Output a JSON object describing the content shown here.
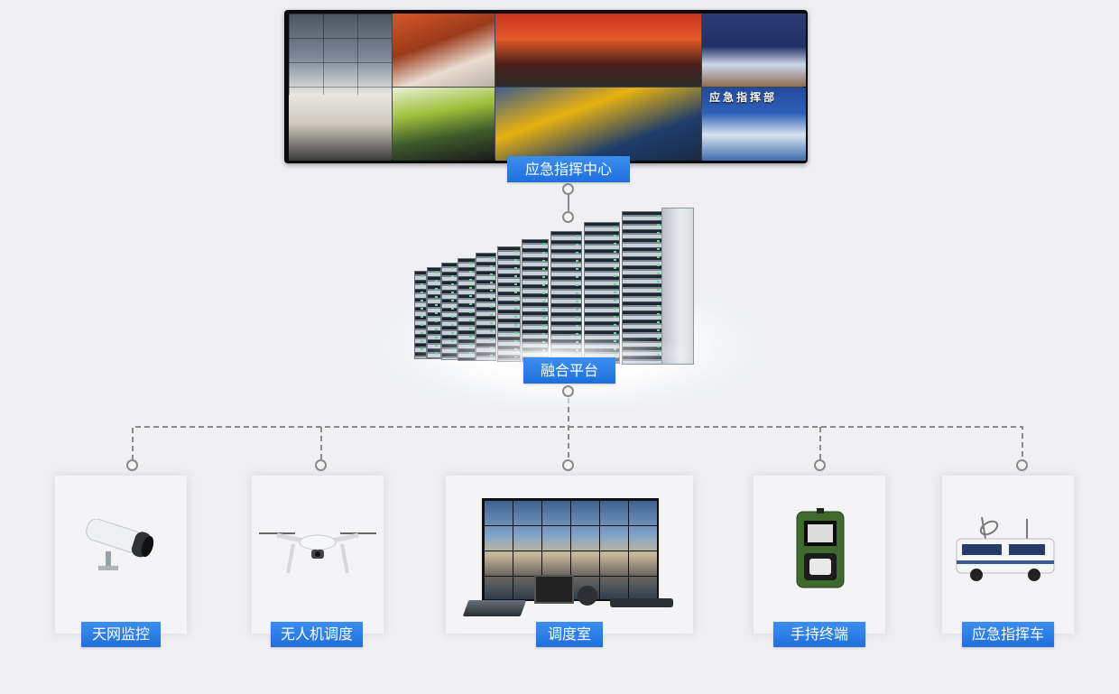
{
  "top": {
    "label": "应急指挥中心",
    "wall_sign": "应急指挥部"
  },
  "platform": {
    "label": "融合平台"
  },
  "devices": [
    {
      "label": "天网监控",
      "icon": "surveillance-camera-icon"
    },
    {
      "label": "无人机调度",
      "icon": "drone-icon"
    },
    {
      "label": "调度室",
      "icon": "dispatch-room-icon"
    },
    {
      "label": "手持终端",
      "icon": "handheld-terminal-icon"
    },
    {
      "label": "应急指挥车",
      "icon": "command-vehicle-icon"
    }
  ],
  "colors": {
    "label_blue": "#2a7ee8",
    "connector_gray": "#8a8a8a",
    "background": "#f0f0f2"
  }
}
